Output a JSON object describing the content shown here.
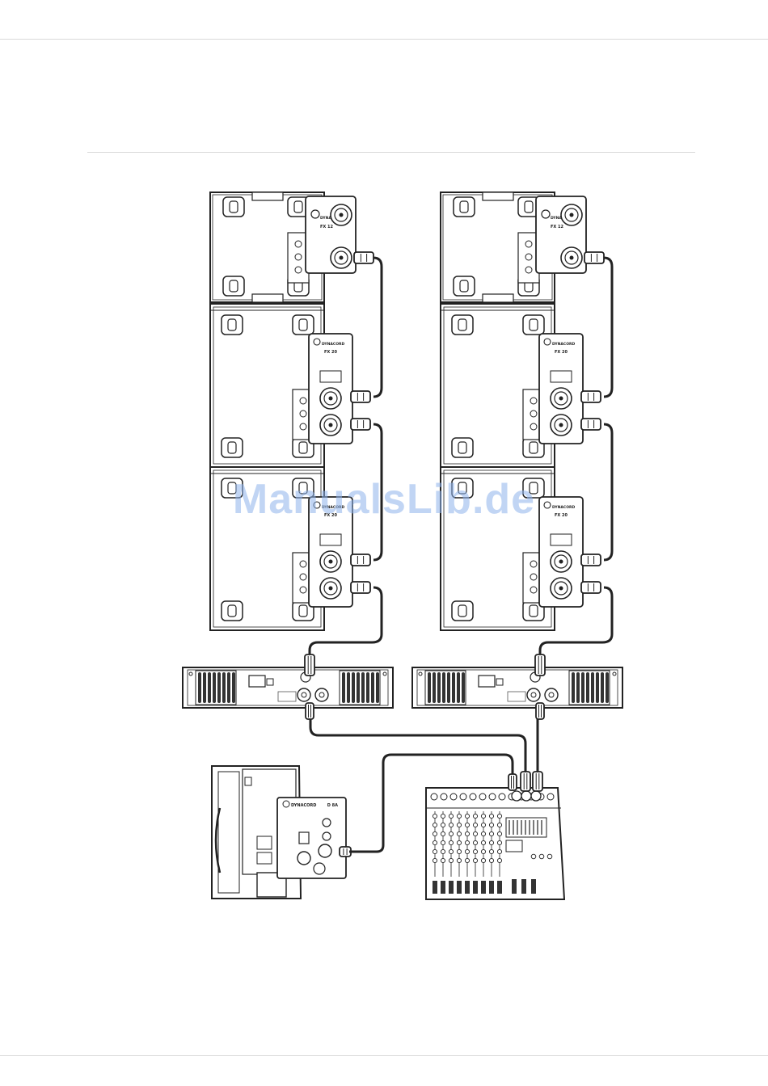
{
  "brand": "DYNACORD",
  "models": {
    "top_sub": "FX 12",
    "sub": "FX 20",
    "monitor": "D 8A"
  },
  "watermark": "ManualsLib.de",
  "colors": {
    "line": "#222222",
    "rule": "#d9d9d9",
    "watermark": "#8fb4ec"
  }
}
